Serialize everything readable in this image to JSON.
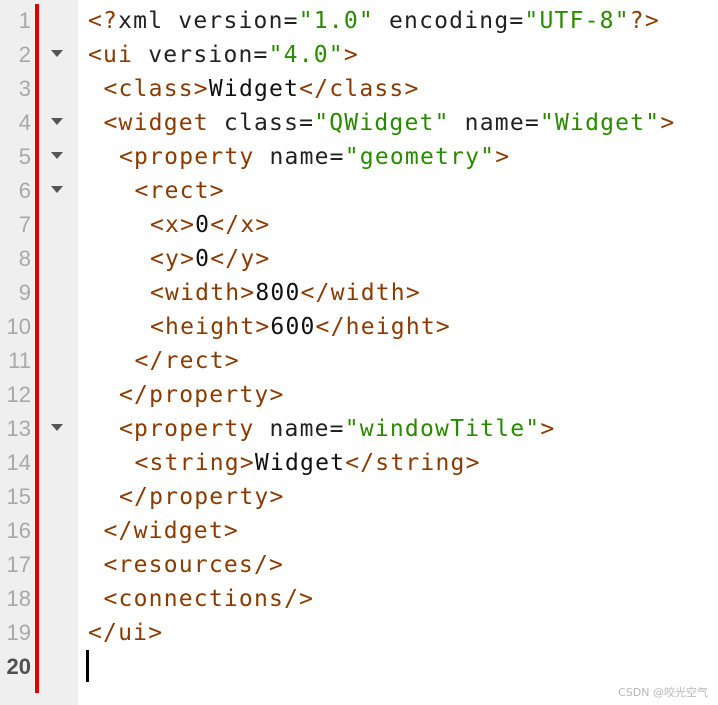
{
  "colors": {
    "tag": "#8b3a00",
    "attribute": "#222222",
    "value": "#2a8a00",
    "text": "#111111",
    "gutter": "#efefef",
    "change_bar": "#e00000"
  },
  "editor": {
    "current_line": 20,
    "lines": [
      {
        "num": "1",
        "indent": 0,
        "fold": false,
        "tokens": [
          [
            "t",
            "<?"
          ],
          [
            "a",
            "xml version="
          ],
          [
            "v",
            "\"1.0\""
          ],
          [
            "a",
            " encoding="
          ],
          [
            "v",
            "\"UTF-8\""
          ],
          [
            "t",
            "?>"
          ]
        ]
      },
      {
        "num": "2",
        "indent": 0,
        "fold": true,
        "tokens": [
          [
            "t",
            "<ui "
          ],
          [
            "a",
            "version="
          ],
          [
            "v",
            "\"4.0\""
          ],
          [
            "t",
            ">"
          ]
        ]
      },
      {
        "num": "3",
        "indent": 1,
        "fold": false,
        "tokens": [
          [
            "t",
            "<class>"
          ],
          [
            "x",
            "Widget"
          ],
          [
            "t",
            "</class>"
          ]
        ]
      },
      {
        "num": "4",
        "indent": 1,
        "fold": true,
        "tokens": [
          [
            "t",
            "<widget "
          ],
          [
            "a",
            "class="
          ],
          [
            "v",
            "\"QWidget\""
          ],
          [
            "a",
            " name="
          ],
          [
            "v",
            "\"Widget\""
          ],
          [
            "t",
            ">"
          ]
        ]
      },
      {
        "num": "5",
        "indent": 2,
        "fold": true,
        "tokens": [
          [
            "t",
            "<property "
          ],
          [
            "a",
            "name="
          ],
          [
            "v",
            "\"geometry\""
          ],
          [
            "t",
            ">"
          ]
        ]
      },
      {
        "num": "6",
        "indent": 3,
        "fold": true,
        "tokens": [
          [
            "t",
            "<rect>"
          ]
        ]
      },
      {
        "num": "7",
        "indent": 4,
        "fold": false,
        "tokens": [
          [
            "t",
            "<x>"
          ],
          [
            "x",
            "0"
          ],
          [
            "t",
            "</x>"
          ]
        ]
      },
      {
        "num": "8",
        "indent": 4,
        "fold": false,
        "tokens": [
          [
            "t",
            "<y>"
          ],
          [
            "x",
            "0"
          ],
          [
            "t",
            "</y>"
          ]
        ]
      },
      {
        "num": "9",
        "indent": 4,
        "fold": false,
        "tokens": [
          [
            "t",
            "<width>"
          ],
          [
            "x",
            "800"
          ],
          [
            "t",
            "</width>"
          ]
        ]
      },
      {
        "num": "10",
        "indent": 4,
        "fold": false,
        "tokens": [
          [
            "t",
            "<height>"
          ],
          [
            "x",
            "600"
          ],
          [
            "t",
            "</height>"
          ]
        ]
      },
      {
        "num": "11",
        "indent": 3,
        "fold": false,
        "tokens": [
          [
            "t",
            "</rect>"
          ]
        ]
      },
      {
        "num": "12",
        "indent": 2,
        "fold": false,
        "tokens": [
          [
            "t",
            "</property>"
          ]
        ]
      },
      {
        "num": "13",
        "indent": 2,
        "fold": true,
        "tokens": [
          [
            "t",
            "<property "
          ],
          [
            "a",
            "name="
          ],
          [
            "v",
            "\"windowTitle\""
          ],
          [
            "t",
            ">"
          ]
        ]
      },
      {
        "num": "14",
        "indent": 3,
        "fold": false,
        "tokens": [
          [
            "t",
            "<string>"
          ],
          [
            "x",
            "Widget"
          ],
          [
            "t",
            "</string>"
          ]
        ]
      },
      {
        "num": "15",
        "indent": 2,
        "fold": false,
        "tokens": [
          [
            "t",
            "</property>"
          ]
        ]
      },
      {
        "num": "16",
        "indent": 1,
        "fold": false,
        "tokens": [
          [
            "t",
            "</widget>"
          ]
        ]
      },
      {
        "num": "17",
        "indent": 1,
        "fold": false,
        "tokens": [
          [
            "t",
            "<resources/>"
          ]
        ]
      },
      {
        "num": "18",
        "indent": 1,
        "fold": false,
        "tokens": [
          [
            "t",
            "<connections/>"
          ]
        ]
      },
      {
        "num": "19",
        "indent": 0,
        "fold": false,
        "tokens": [
          [
            "t",
            "</ui>"
          ]
        ]
      },
      {
        "num": "20",
        "indent": 0,
        "fold": false,
        "tokens": []
      }
    ]
  },
  "watermark": "CSDN @咬光空气"
}
